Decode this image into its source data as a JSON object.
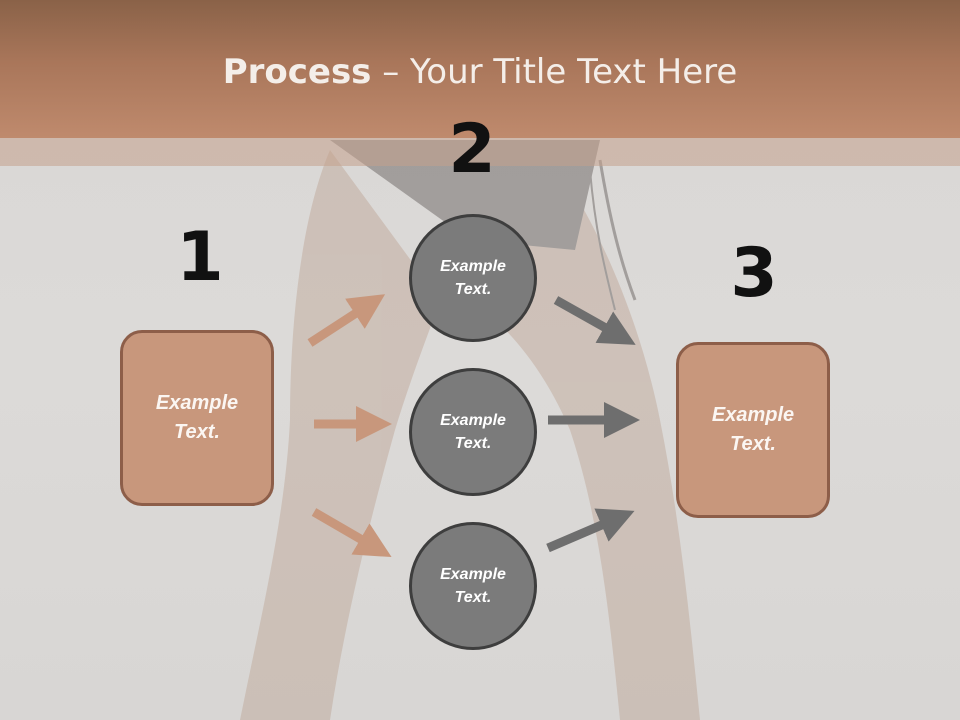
{
  "title": {
    "bold": "Process",
    "rest": " – Your Title Text Here"
  },
  "steps": {
    "one": "1",
    "two": "2",
    "three": "3"
  },
  "left_box": {
    "text": "Example Text."
  },
  "circles": [
    {
      "text": "Example Text."
    },
    {
      "text": "Example Text."
    },
    {
      "text": "Example Text."
    }
  ],
  "right_box": {
    "text": "Example Text."
  },
  "colors": {
    "header": "#a9765a",
    "box_fill": "#c8977c",
    "circle_fill": "#7b7b7b",
    "arrow_left": "#c8977c",
    "arrow_right": "#6e6e6e"
  }
}
